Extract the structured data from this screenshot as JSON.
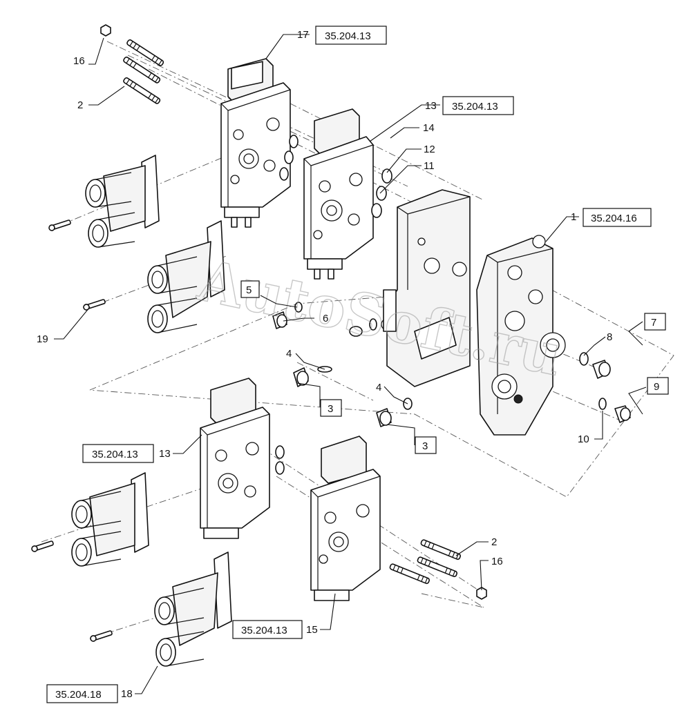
{
  "watermark": "AutoSoft.ru",
  "callouts": {
    "c1": "1",
    "c2a": "2",
    "c2b": "2",
    "c3a": "3",
    "c3b": "3",
    "c4a": "4",
    "c4b": "4",
    "c5": "5",
    "c6": "6",
    "c7": "7",
    "c8": "8",
    "c9": "9",
    "c10": "10",
    "c11": "11",
    "c12": "12",
    "c13a": "13",
    "c13b": "13",
    "c14": "14",
    "c15": "15",
    "c16a": "16",
    "c16b": "16",
    "c17": "17",
    "c18": "18",
    "c19": "19"
  },
  "references": {
    "r17": "35.204.13",
    "r13a": "35.204.13",
    "r1": "35.204.16",
    "r13b": "35.204.13",
    "r15": "35.204.13",
    "r18": "35.204.18"
  }
}
